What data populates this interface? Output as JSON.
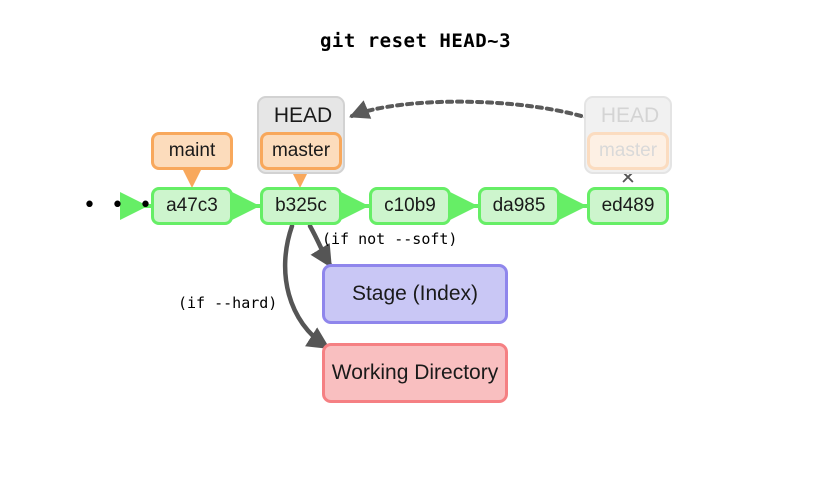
{
  "title": "git reset HEAD~3",
  "colors": {
    "commit_fill": "#cdf5cd",
    "commit_border": "#66ee66",
    "ref_fill": "#fcdcbc",
    "ref_border": "#f8a85c",
    "head_fill": "#e6e6e6",
    "head_border": "#d2d2d2",
    "stage_fill": "#c9c7f5",
    "stage_border": "#8f86ec",
    "workdir_fill": "#f9bfc0",
    "workdir_border": "#f58083",
    "arrow_gray": "#555555",
    "background": "#ffffff"
  },
  "commits": [
    {
      "id": "a47c3"
    },
    {
      "id": "b325c"
    },
    {
      "id": "c10b9"
    },
    {
      "id": "da985"
    },
    {
      "id": "ed489"
    }
  ],
  "ellipsis": "• • •",
  "refs": {
    "maint": "maint",
    "head_current": "HEAD",
    "master_current": "master",
    "head_ghost": "HEAD",
    "master_ghost": "master",
    "delete_mark": "✕"
  },
  "panes": {
    "stage": "Stage (Index)",
    "workdir": "Working Directory"
  },
  "annotations": {
    "soft": "(if not --soft)",
    "hard": "(if --hard)"
  }
}
